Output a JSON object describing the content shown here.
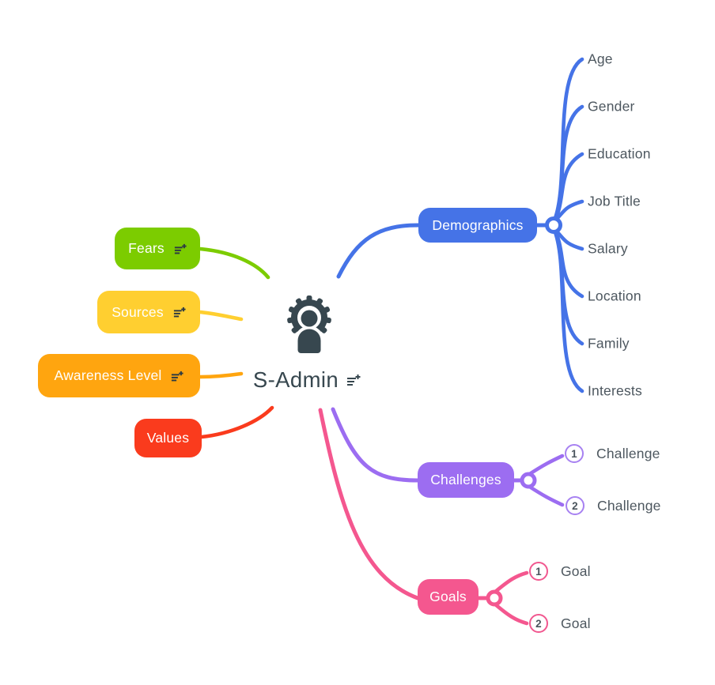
{
  "center": {
    "label": "S-Admin",
    "icon": "admin-gear-person-icon",
    "notes_icon": "add-notes-icon"
  },
  "left_nodes": {
    "fears": {
      "label": "Fears",
      "color": "#7CCC00",
      "has_notes_icon": true
    },
    "sources": {
      "label": "Sources",
      "color": "#FFCF30",
      "has_notes_icon": true
    },
    "awareness": {
      "label": "Awareness Level",
      "color": "#FFA50F",
      "has_notes_icon": true
    },
    "values": {
      "label": "Values",
      "color": "#FA3B1D",
      "has_notes_icon": false
    }
  },
  "right_nodes": {
    "demographics": {
      "label": "Demographics",
      "color": "#4573E7",
      "children": [
        "Age",
        "Gender",
        "Education",
        "Job Title",
        "Salary",
        "Location",
        "Family",
        "Interests"
      ]
    },
    "challenges": {
      "label": "Challenges",
      "color": "#9C6DF1",
      "children": [
        {
          "num": "1",
          "label": "Challenge"
        },
        {
          "num": "2",
          "label": "Challenge"
        }
      ]
    },
    "goals": {
      "label": "Goals",
      "color": "#F4578F",
      "children": [
        {
          "num": "1",
          "label": "Goal"
        },
        {
          "num": "2",
          "label": "Goal"
        }
      ]
    }
  },
  "colors": {
    "center_text": "#37474F",
    "leaf_text": "#4D575F",
    "node_text": "#FFFFFF",
    "background": "#FFFFFF"
  }
}
